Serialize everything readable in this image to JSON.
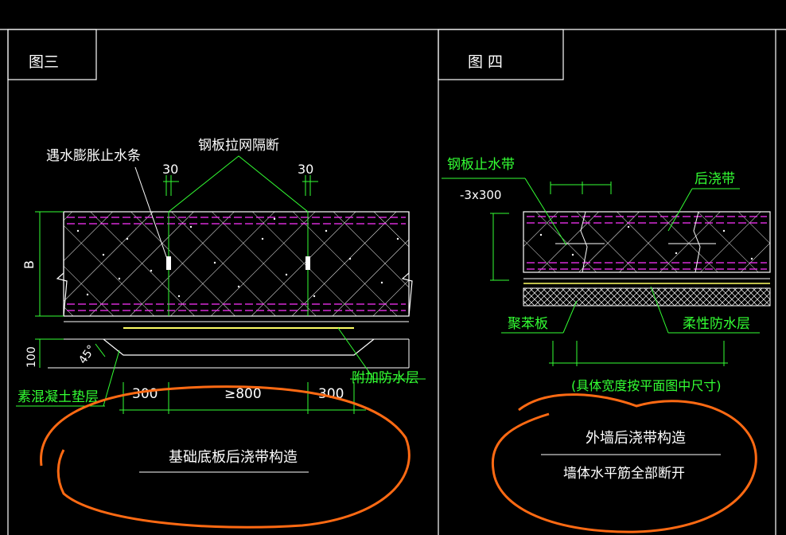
{
  "figure3": {
    "title": "图三",
    "label_waterstop": "遇水膨胀止水条",
    "label_mesh": "钢板拉网隔断",
    "dim_30_left": "30",
    "dim_30_right": "30",
    "dim_B": "B",
    "dim_100": "100",
    "angle_45": "45°",
    "label_cushion": "素混凝土垫层",
    "label_extra_waterproof": "附加防水层",
    "dim_300_left": "300",
    "dim_800": "≥800",
    "dim_300_right": "300",
    "caption": "基础底板后浇带构造"
  },
  "figure4": {
    "title": "图 四",
    "label_steel_waterstop": "钢板止水带",
    "dim_steel": "-3x300",
    "label_post_pour": "后浇带",
    "label_polystyrene": "聚苯板",
    "label_flexible": "柔性防水层",
    "label_width_note": "(具体宽度按平面图中尺寸)",
    "caption": "外墙后浇带构造",
    "note": "墙体水平筋全部断开"
  },
  "colors": {
    "background": "#000000",
    "frame": "#ffffff",
    "dimension": "#33ff33",
    "rebar": "#ff33ff",
    "membrane": "#ffff66",
    "markup": "#ff6a13"
  }
}
